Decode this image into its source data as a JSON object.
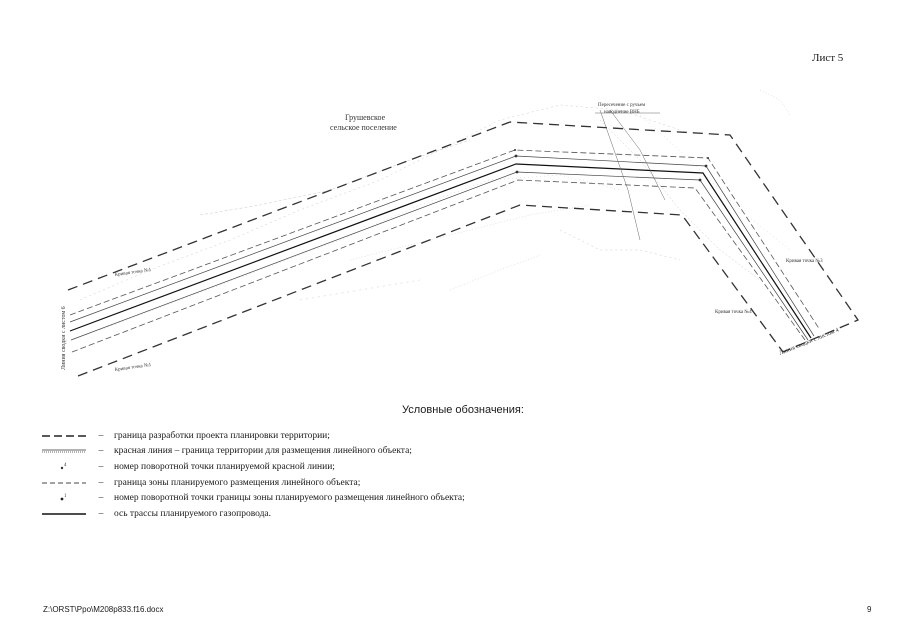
{
  "sheet": {
    "label": "Лист 5",
    "page_number": "9",
    "file_path": "Z:\\ORST\\Ppo\\M208p833.f16.docx"
  },
  "map": {
    "settlement_name_line1": "Грушевское",
    "settlement_name_line2": "сельское поселение",
    "match_line_left": "Линия сводки с листом 6",
    "match_line_right": "Линия сводки с листом 4",
    "zone_labels": [
      "Кривая точка №1",
      "Кривая точка №1",
      "Кривая точка №3",
      "Кривая точка №4"
    ],
    "crossing_label_line1": "Пересечение с ручьем",
    "crossing_label_line2": "наводнение ВНБ"
  },
  "legend": {
    "title": "Условные обозначения:",
    "items": [
      {
        "dash": "–",
        "text": "граница разработки проекта планировки территории;"
      },
      {
        "dash": "–",
        "text": "красная линия – граница территории для размещения линейного объекта;"
      },
      {
        "dash": "–",
        "text": "номер поворотной точки планируемой красной линии;"
      },
      {
        "dash": "–",
        "text": "граница зоны планируемого размещения линейного объекта;"
      },
      {
        "dash": "–",
        "text": "номер поворотной точки границы зоны планируемого размещения линейного объекта;"
      },
      {
        "dash": "–",
        "text": "ось трассы планируемого газопровода."
      }
    ]
  }
}
